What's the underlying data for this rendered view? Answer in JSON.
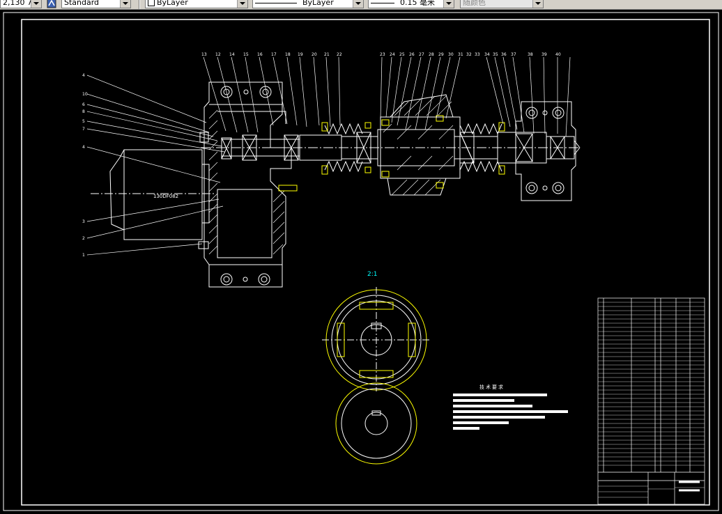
{
  "toolbar": {
    "scale_value": "2,130 7",
    "text_style": "Standard",
    "layer": "ByLayer",
    "linetype": "ByLayer",
    "lineweight": "0.15",
    "lineweight_unit": "毫米",
    "plot_style": "随颜色"
  },
  "drawing": {
    "motor_label": "130DF082",
    "section_label": "2:1",
    "leader_numbers_left": [
      "4",
      "10",
      "6",
      "8",
      "5",
      "7",
      "4",
      "3",
      "2",
      "1"
    ],
    "leader_numbers_top": [
      "13",
      "12",
      "14",
      "15",
      "16",
      "17",
      "18",
      "19",
      "20",
      "21",
      "22",
      "23",
      "24",
      "25",
      "26",
      "27",
      "28",
      "29",
      "30",
      "31",
      "32",
      "33",
      "34",
      "35",
      "36",
      "37",
      "38",
      "39",
      "40"
    ],
    "tech_req_title": "技术要求"
  },
  "colors": {
    "background": "#000000",
    "frame": "#ffffff",
    "geometry": "#ffffff",
    "hidden": "#ffffff",
    "yellow": "#ffff00",
    "cyan": "#00ffff",
    "toolbar": "#d4d0c8"
  }
}
